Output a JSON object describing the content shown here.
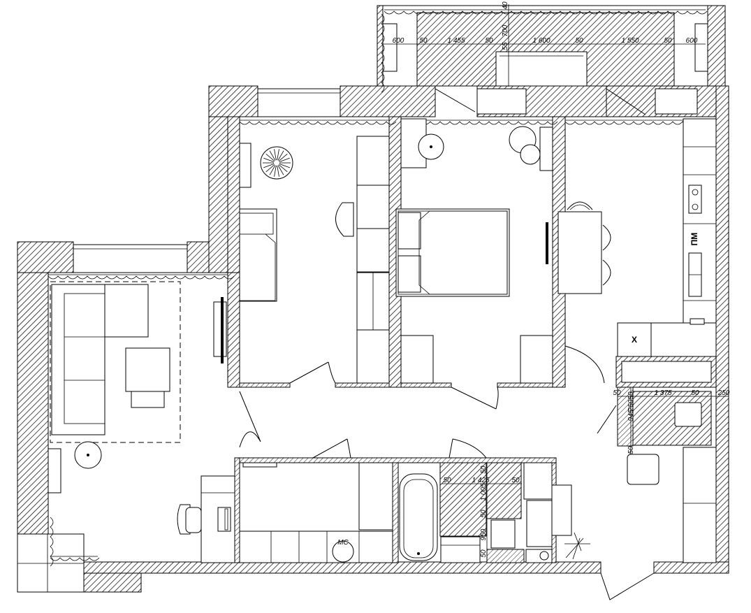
{
  "plan": {
    "labels": {
      "toilet": "X",
      "fridge_mark": "ПМ",
      "washer_mark": "МС"
    },
    "dimensions": {
      "balcony_top": [
        "600",
        "50",
        "1 455",
        "50",
        "1 600",
        "50",
        "1 550",
        "50",
        "600"
      ],
      "balcony_vertical": [
        "40",
        "700",
        "55"
      ],
      "closet_row": [
        "50",
        "1 375",
        "50",
        "250"
      ],
      "closet_side": [
        "50",
        "250",
        "945",
        "50"
      ],
      "bath_row": [
        "50",
        "1 425",
        "50"
      ],
      "bath_vertical": [
        "50",
        "1 005",
        "50",
        "950",
        "50"
      ]
    }
  }
}
